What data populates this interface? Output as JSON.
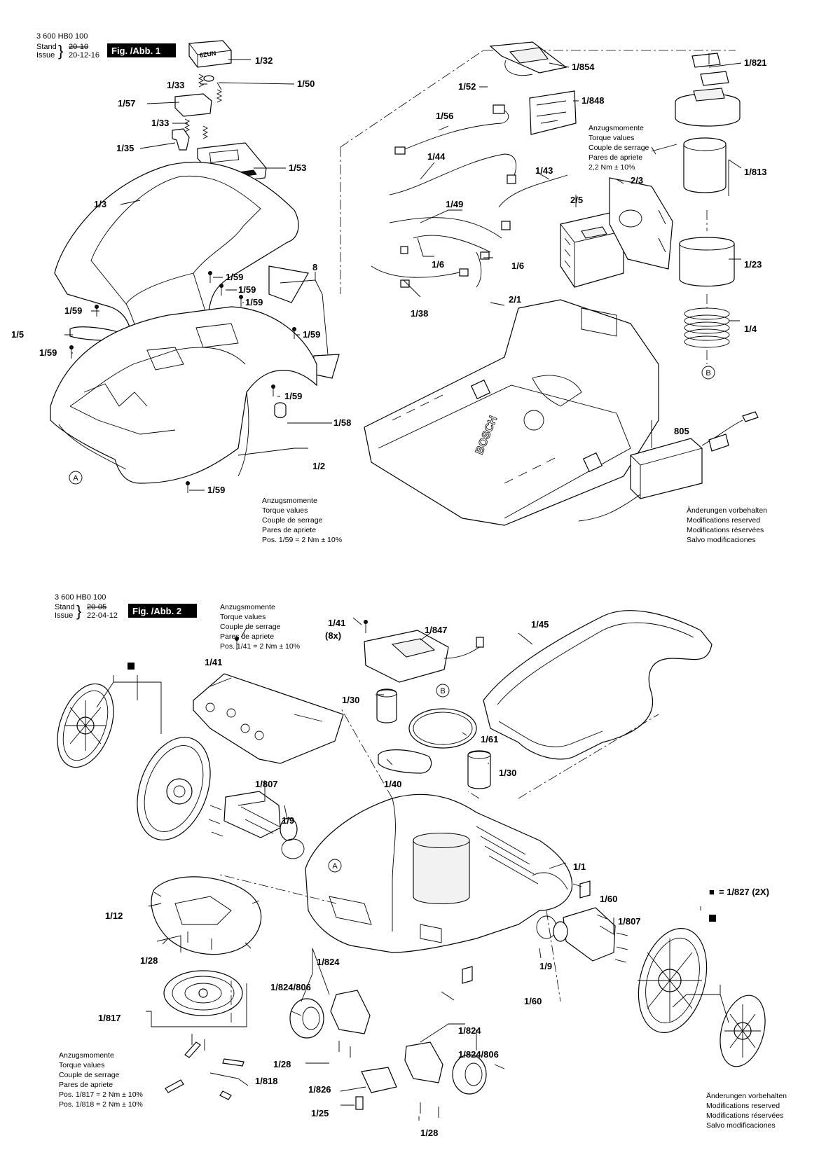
{
  "fig1": {
    "doc_number": "3 600 HB0 100",
    "stand_label": "Stand",
    "stand_value": "20-10",
    "issue_label": "Issue",
    "issue_value": "20-12-16",
    "figure_title": "Fig. /Abb. 1",
    "callouts": [
      "1/32",
      "1/33",
      "1/50",
      "1/57",
      "1/33",
      "1/35",
      "1/53",
      "1/3",
      "8",
      "1/59",
      "1/59",
      "1/59",
      "1/59",
      "1/59",
      "1/5",
      "1/59",
      "1/59",
      "1/58",
      "1/2",
      "1/59",
      "1/854",
      "1/52",
      "1/848",
      "1/56",
      "1/44",
      "1/43",
      "1/49",
      "2/5",
      "2/3",
      "1/6",
      "1/6",
      "1/38",
      "2/1",
      "805",
      "1/821",
      "1/813",
      "1/23",
      "1/4"
    ],
    "circle_refs": [
      "A",
      "B"
    ],
    "torque_note_a": [
      "Anzugsmomente",
      "Torque values",
      "Couple de serrage",
      "Pares de apriete",
      "2,2 Nm  ± 10%"
    ],
    "torque_note_b": [
      "Anzugsmomente",
      "Torque values",
      "Couple de serrage",
      "Pares de apriete",
      "Pos.    1/59 = 2 Nm  ± 10%"
    ],
    "modifications": [
      "Änderungen vorbehalten",
      "Modifications reserved",
      "Modifications réservées",
      "Salvo modificaciones"
    ],
    "brand_mark": "BOSCH",
    "sticker_text": "6ZUN"
  },
  "fig2": {
    "doc_number": "3 600 HB0 100",
    "stand_label": "Stand",
    "stand_value": "20-05",
    "issue_label": "Issue",
    "issue_value": "22-04-12",
    "figure_title": "Fig. /Abb. 2",
    "callouts": [
      "1/41",
      "(8x)",
      "1/847",
      "1/45",
      "1/41",
      "1/30",
      "1/61",
      "1/40",
      "1/30",
      "1/807",
      "1/9",
      "1/1",
      "1/12",
      "1/60",
      "1/807",
      "1/28",
      "1/824",
      "1/824/806",
      "1/9",
      "1/817",
      "1/60",
      "1/824",
      "1/824/806",
      "1/28",
      "1/818",
      "1/826",
      "1/25",
      "1/28"
    ],
    "circle_refs": [
      "B",
      "A"
    ],
    "legend_symbol": "■",
    "legend_text": "= 1/827 (2X)",
    "torque_note_a": [
      "Anzugsmomente",
      "Torque values",
      "Couple de serrage",
      "Pares de apriete",
      "Pos.   1/41 = 2 Nm  ± 10%"
    ],
    "torque_note_b": [
      "Anzugsmomente",
      "Torque values",
      "Couple de serrage",
      "Pares de apriete",
      "Pos. 1/817 = 2 Nm  ± 10%",
      "Pos. 1/818 = 2 Nm  ± 10%"
    ],
    "modifications": [
      "Änderungen vorbehalten",
      "Modifications reserved",
      "Modifications réservées",
      "Salvo modificaciones"
    ]
  }
}
